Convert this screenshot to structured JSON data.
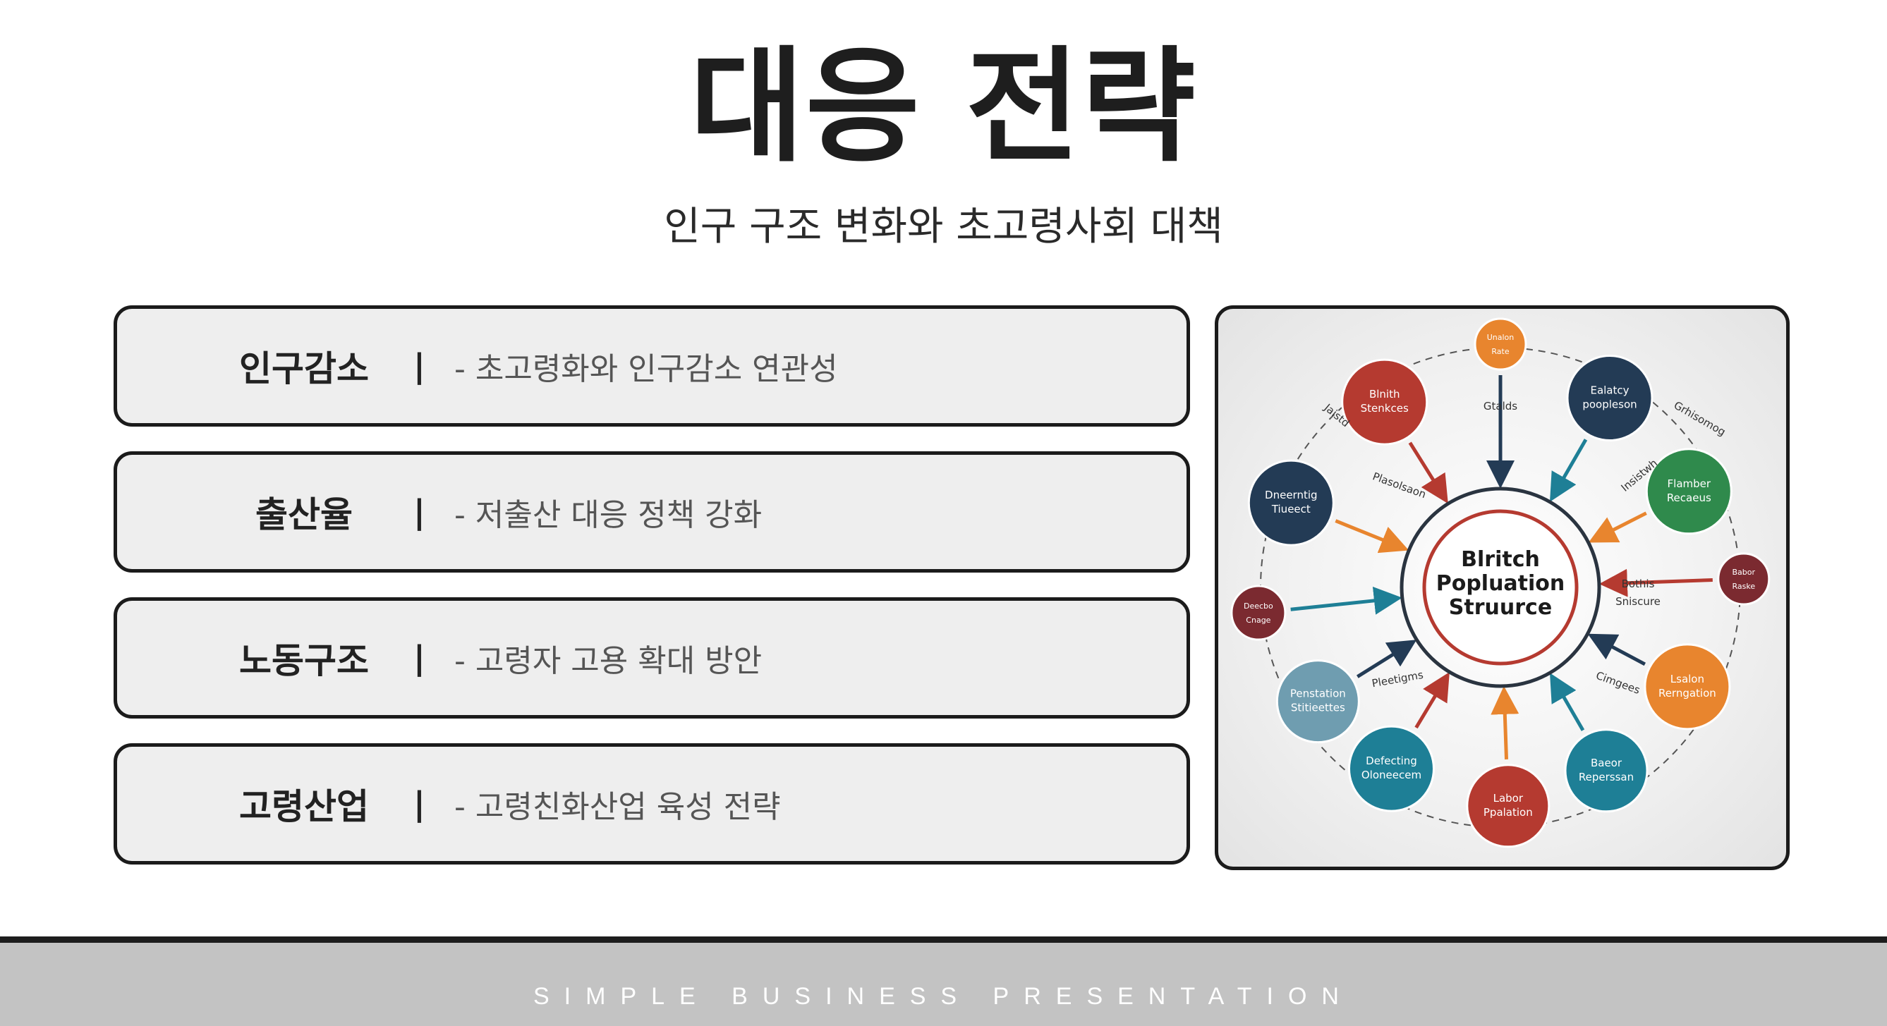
{
  "title": "대응 전략",
  "subtitle": "인구 구조 변화와 초고령사회 대책",
  "separator": "|",
  "items": [
    {
      "label": "인구감소",
      "desc": "- 초고령화와 인구감소 연관성"
    },
    {
      "label": "출산율",
      "desc": "- 저출산 대응 정책 강화"
    },
    {
      "label": "노동구조",
      "desc": "- 고령자 고용 확대 방안"
    },
    {
      "label": "고령산업",
      "desc": "- 고령친화산업 육성 전략"
    }
  ],
  "diagram": {
    "center": [
      "Blritch",
      "Popluation",
      "Struurce"
    ],
    "nodes": [
      {
        "text": [
          "Blnith",
          "Stenkces"
        ],
        "color": "#b53a30"
      },
      {
        "text": [
          "Unalon",
          "Rate"
        ],
        "color": "#e8852e"
      },
      {
        "text": [
          "Ealatcy",
          "poopleson"
        ],
        "color": "#233b55"
      },
      {
        "text": [
          "Flamber",
          "Recaeus"
        ],
        "color": "#2f8a4c"
      },
      {
        "text": [
          "Babor",
          "Raske"
        ],
        "color": "#7b2a30"
      },
      {
        "text": [
          "Lsalon",
          "Rerngation"
        ],
        "color": "#e8852e"
      },
      {
        "text": [
          "Baeor",
          "Reperssan"
        ],
        "color": "#1e7f96"
      },
      {
        "text": [
          "Labor",
          "Ppalation"
        ],
        "color": "#b53a30"
      },
      {
        "text": [
          "Defecting",
          "Oloneecem"
        ],
        "color": "#1e7f96"
      },
      {
        "text": [
          "Penstation",
          "Stitieettes"
        ],
        "color": "#6f9db0"
      },
      {
        "text": [
          "Deecbo",
          "Cnage"
        ],
        "color": "#7b2a30"
      },
      {
        "text": [
          "Dneerntig",
          "Tiueect"
        ],
        "color": "#233b55"
      }
    ],
    "labels": [
      "Gtalds",
      "Bothis",
      "Sniscure",
      "Plasolsaon",
      "Cimgees",
      "Pleetigms",
      "Insistwh",
      "Grhisomog",
      "Jaistd"
    ]
  },
  "footer": "SIMPLE BUSINESS PRESENTATION"
}
